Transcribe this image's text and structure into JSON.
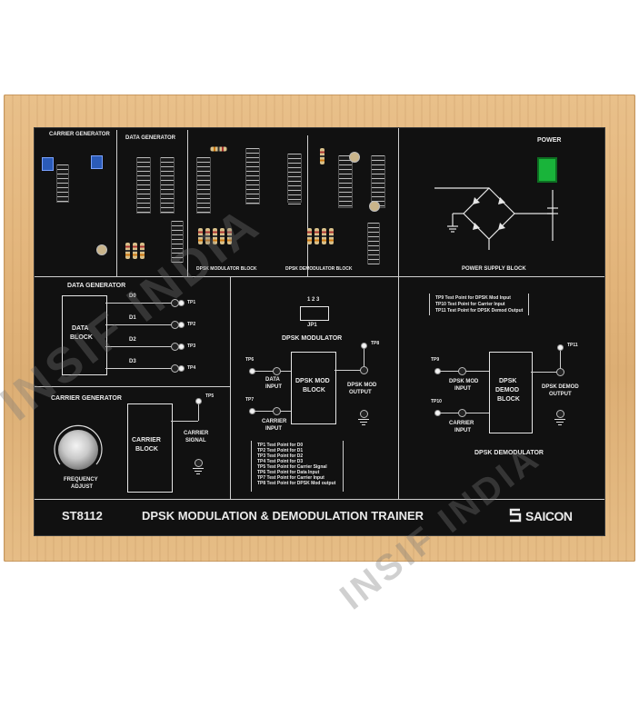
{
  "board": {
    "model": "ST8112",
    "title": "DPSK MODULATION & DEMODULATION TRAINER",
    "brand": "SAICON"
  },
  "top": {
    "carrier_generator": "CARRIER GENERATOR",
    "data_generator": "DATA GENERATOR",
    "dpsk_mod_block": "DPSK MODULATOR BLOCK",
    "dpsk_demod_block": "DPSK DEMODULATOR BLOCK",
    "power": "POWER",
    "power_supply_block": "POWER SUPPLY BLOCK"
  },
  "data_gen": {
    "title": "DATA GENERATOR",
    "block": [
      "DATA",
      "BLOCK"
    ],
    "outputs": [
      {
        "name": "D0",
        "tp": "TP1"
      },
      {
        "name": "D1",
        "tp": "TP2"
      },
      {
        "name": "D2",
        "tp": "TP3"
      },
      {
        "name": "D3",
        "tp": "TP4"
      }
    ]
  },
  "carrier_gen": {
    "title": "CARRIER GENERATOR",
    "block": [
      "CARRIER",
      "BLOCK"
    ],
    "signal": [
      "CARRIER",
      "SIGNAL"
    ],
    "tp": "TP5",
    "knob": [
      "FREQUENCY",
      "ADJUST"
    ]
  },
  "modulator": {
    "jumper_pins": "1 2 3",
    "jumper": "JP1",
    "title": "DPSK MODULATOR",
    "block": [
      "DPSK MOD",
      "BLOCK"
    ],
    "tp6": "TP6",
    "tp7": "TP7",
    "tp8": "TP8",
    "data_input": [
      "DATA",
      "INPUT"
    ],
    "carrier_input": [
      "CARRIER",
      "INPUT"
    ],
    "output": [
      "DPSK MOD",
      "OUTPUT"
    ],
    "legend": [
      "TP1   Test Point for D0",
      "TP2   Test Point for D1",
      "TP3   Test Point for D2",
      "TP4   Test Point for D3",
      "TP5   Test Point for Carrier Signal",
      "TP6   Test Point for Data Input",
      "TP7   Test Point for Carrier Input",
      "TP8   Test Point for DPSK Mod output"
    ]
  },
  "demodulator": {
    "legend": [
      "TP9    Test Point for DPSK Mod Input",
      "TP10   Test Point for Carrier Input",
      "TP11   Test Point for DPSK Demod Output"
    ],
    "tp9": "TP9",
    "tp10": "TP10",
    "tp11": "TP11",
    "mod_input": [
      "DPSK MOD",
      "INPUT"
    ],
    "carrier_input": [
      "CARRIER",
      "INPUT"
    ],
    "block": [
      "DPSK",
      "DEMOD",
      "BLOCK"
    ],
    "output": [
      "DPSK DEMOD",
      "OUTPUT"
    ],
    "title": "DPSK DEMODULATOR"
  },
  "watermark": "INSIF INDIA"
}
